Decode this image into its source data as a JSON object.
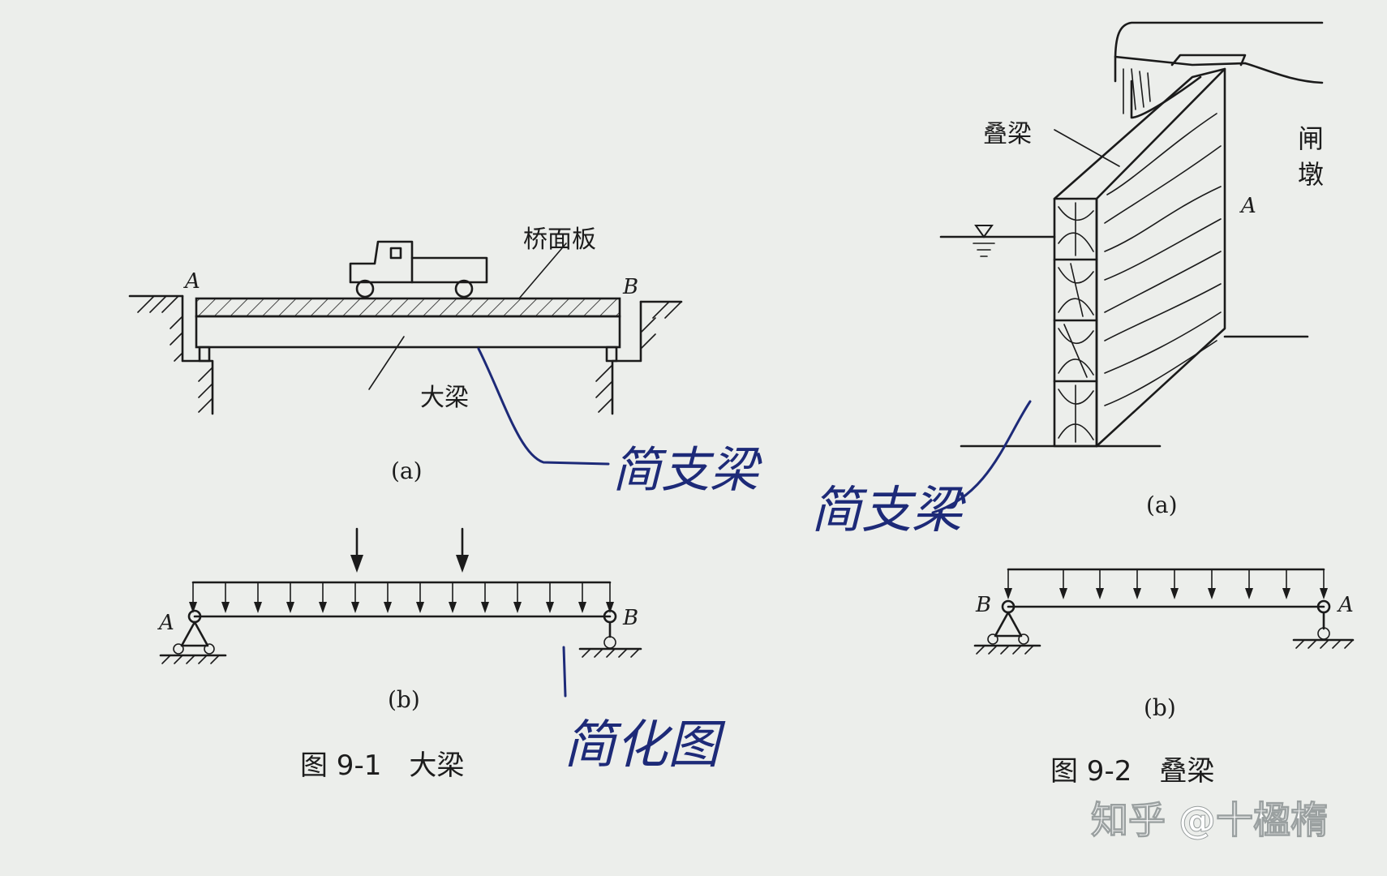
{
  "figure_1": {
    "caption": "图 9-1　大梁",
    "sub_a": "(a)",
    "sub_b": "(b)",
    "label_deck": "桥面板",
    "label_beam": "大梁",
    "label_A": "A",
    "label_B": "B",
    "handwritten_simple_beam": "简支梁",
    "handwritten_simplified": "简化图"
  },
  "figure_2": {
    "caption": "图 9-2　叠梁",
    "sub_a": "(a)",
    "sub_b": "(b)",
    "label_stacked_beam": "叠梁",
    "label_pier": "闸墩",
    "label_A": "A",
    "label_B": "B",
    "handwritten_simple_beam": "简支梁"
  },
  "watermark": "知乎 @十楹楕",
  "colors": {
    "paper": "#eceeeb",
    "ink": "#1b1b1b",
    "pen": "#1d2a78"
  }
}
